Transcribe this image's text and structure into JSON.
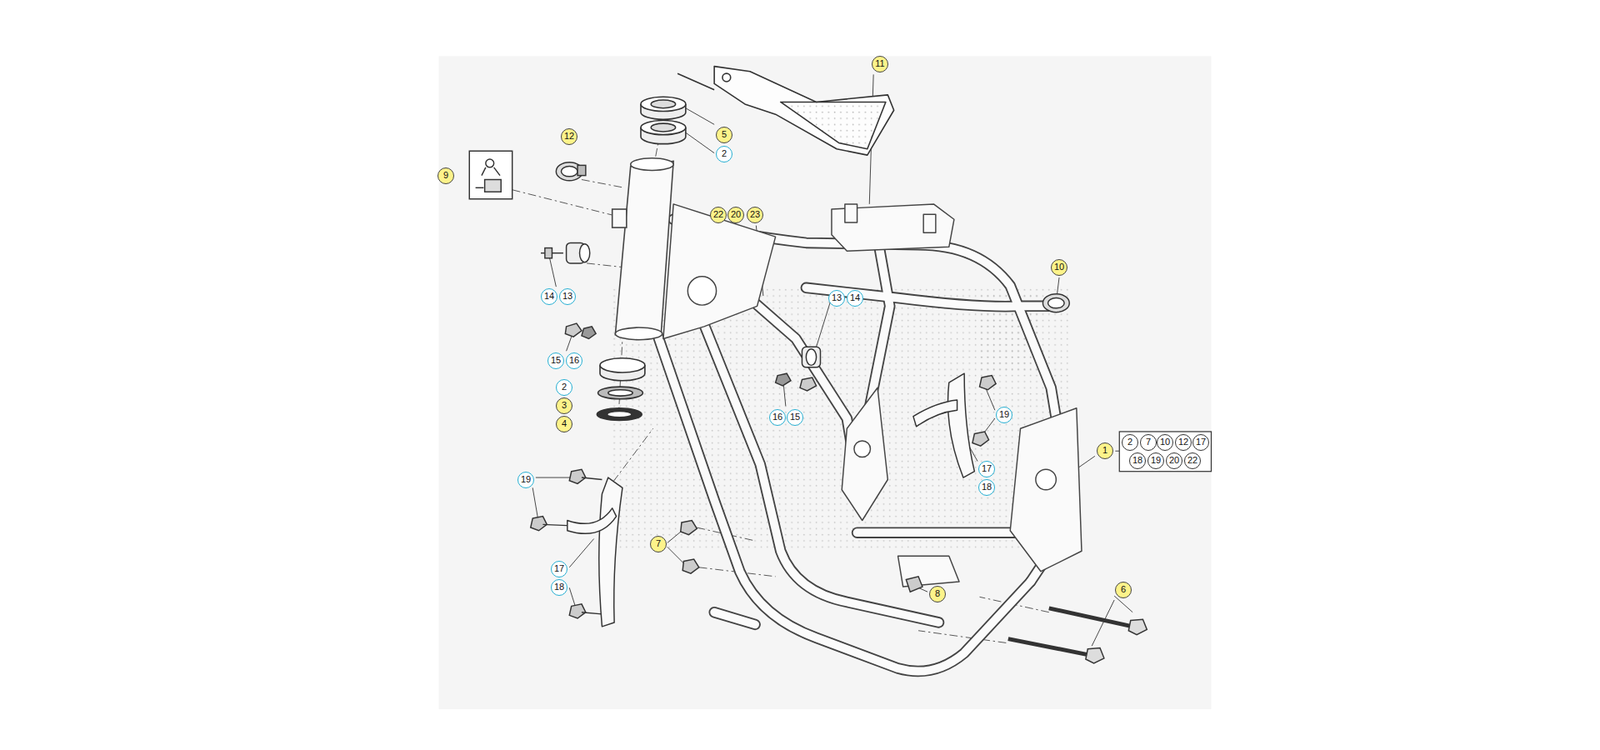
{
  "diagram": {
    "labels": [
      "11",
      "5",
      "2",
      "12",
      "9",
      "22",
      "20",
      "23",
      "10",
      "14",
      "13",
      "13",
      "14",
      "15",
      "16",
      "2",
      "3",
      "4",
      "16",
      "15",
      "19",
      "1",
      "2",
      "7",
      "10",
      "12",
      "17",
      "18",
      "19",
      "20",
      "22",
      "17",
      "18",
      "19",
      "7",
      "17",
      "18",
      "8",
      "6"
    ]
  }
}
